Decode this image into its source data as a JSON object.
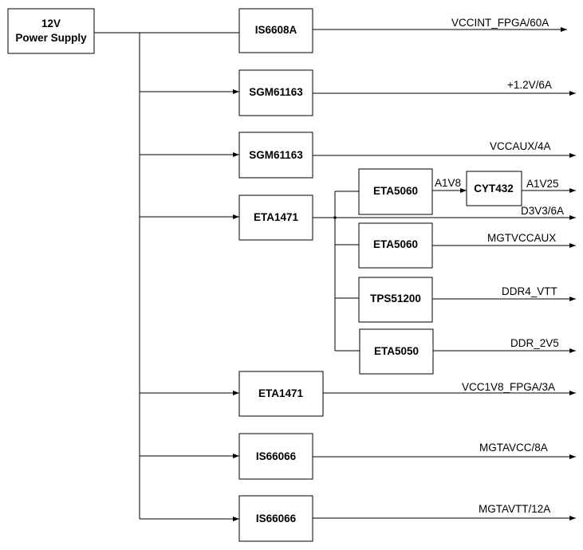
{
  "source": {
    "line1": "12V",
    "line2": "Power Supply"
  },
  "blocks": {
    "is6608a": "IS6608A",
    "sgm61163_a": "SGM61163",
    "sgm61163_b": "SGM61163",
    "eta1471_a": "ETA1471",
    "eta5060_a": "ETA5060",
    "cyt432": "CYT432",
    "eta5060_b": "ETA5060",
    "tps51200": "TPS51200",
    "eta5050": "ETA5050",
    "eta1471_b": "ETA1471",
    "is66066_a": "IS66066",
    "is66066_b": "IS66066"
  },
  "rails": {
    "vccint": "VCCINT_FPGA/60A",
    "v1v2": "+1.2V/6A",
    "vccaux": "VCCAUX/4A",
    "a1v8": "A1V8",
    "a1v25": "A1V25",
    "d3v3": "D3V3/6A",
    "mgtvccaux": "MGTVCCAUX",
    "ddr4_vtt": "DDR4_VTT",
    "ddr_2v5": "DDR_2V5",
    "vcc1v8": "VCC1V8_FPGA/3A",
    "mgtavcc": "MGTAVCC/8A",
    "mgtavtt": "MGTAVTT/12A"
  }
}
